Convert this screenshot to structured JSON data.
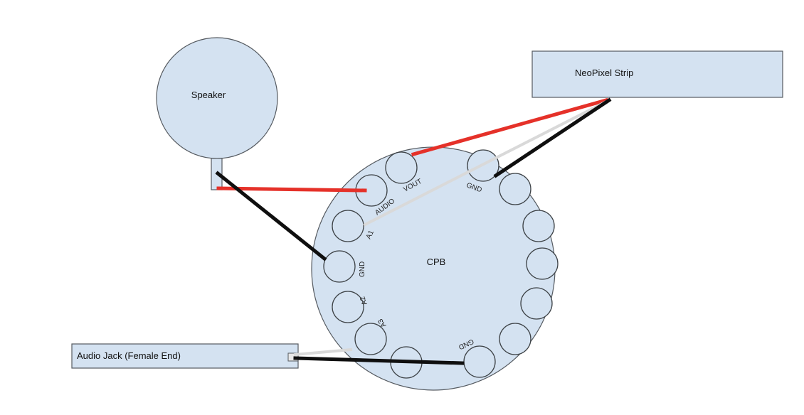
{
  "components": {
    "speaker": {
      "label": "Speaker"
    },
    "neopixel": {
      "label": "NeoPixel Strip"
    },
    "cpb": {
      "label": "CPB"
    },
    "audio_jack": {
      "label": "Audio Jack (Female End)"
    }
  },
  "pins": {
    "vout": "VOUT",
    "audio": "AUDIO",
    "gnd_top": "GND",
    "a1": "A1",
    "gnd_left": "GND",
    "a2": "A2",
    "a3": "A3",
    "gnd_bottom": "GND"
  },
  "wire_colors": {
    "power": "#e53129",
    "ground": "#0f0f0f",
    "signal": "#d9d9d9"
  }
}
